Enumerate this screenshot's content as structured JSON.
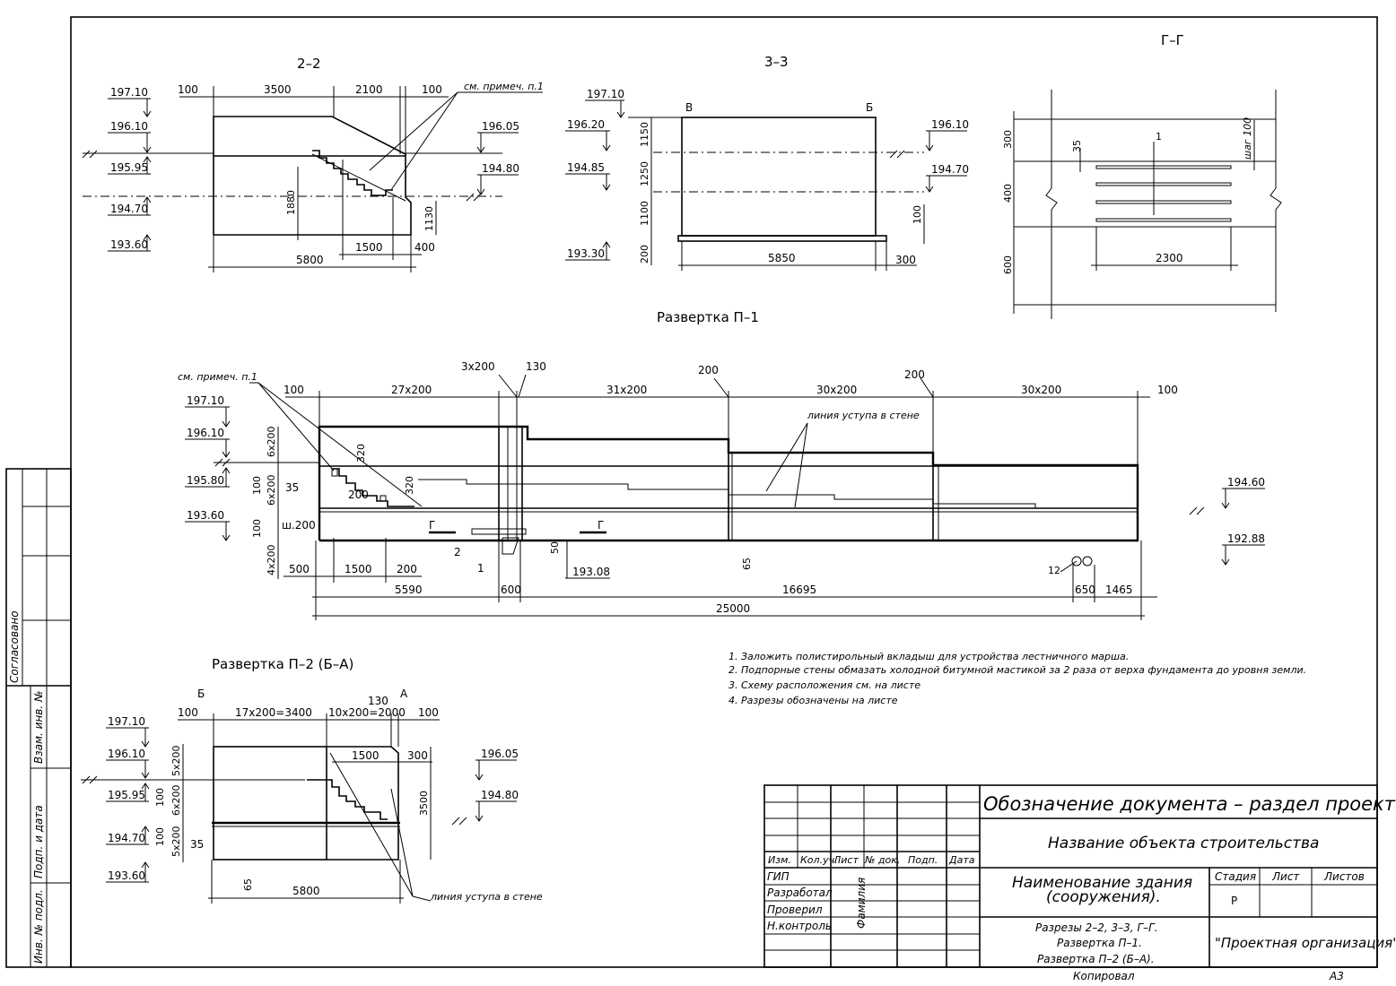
{
  "views": {
    "s22": {
      "title": "2–2",
      "elev": [
        "197.10",
        "196.10",
        "195.95",
        "194.70",
        "193.60"
      ],
      "elev_right": [
        "196.05",
        "194.80"
      ],
      "dims_top": [
        "100",
        "3500",
        "2100",
        "100"
      ],
      "note": "см. примеч. п.1",
      "dims_bottom": [
        "1500",
        "400",
        "5800"
      ],
      "dims_vert": [
        "1880",
        "1130"
      ]
    },
    "s33": {
      "title": "3–3",
      "axis_left": "В",
      "axis_right": "Б",
      "elev": [
        "197.10",
        "196.20",
        "194.85",
        "193.30"
      ],
      "elev_right": [
        "196.10",
        "194.70"
      ],
      "dims_vert": [
        "1150",
        "1250",
        "1100",
        "200",
        "100"
      ],
      "dims_bottom": [
        "5850",
        "300"
      ]
    },
    "sgg": {
      "title": "Г–Г",
      "dims_vert": [
        "300",
        "400",
        "600"
      ],
      "dim_35": "35",
      "label_1": "1",
      "step": "шаг 100",
      "dim_2300": "2300"
    },
    "p1": {
      "title": "Развертка П–1",
      "note": "см. примеч. п.1",
      "ledge": "линия уступа в стене",
      "dims_top": [
        "100",
        "27х200",
        "3х200",
        "130",
        "31х200",
        "200",
        "30х200",
        "200",
        "30х200",
        "100"
      ],
      "elev_left": [
        "197.10",
        "196.10",
        "195.80",
        "193.60"
      ],
      "elev_right": [
        "194.60",
        "192.88"
      ],
      "elev_mid": "193.08",
      "dims_left": [
        "6х200",
        "100",
        "6х200",
        "100",
        "4х200"
      ],
      "misc": [
        "320",
        "320",
        "35",
        "200",
        "ш.200",
        "50",
        "65",
        "2",
        "1",
        "12"
      ],
      "section_mark": "Г",
      "dims_bottom1": [
        "500",
        "1500",
        "200"
      ],
      "dims_bottom2": [
        "5590",
        "600",
        "16695",
        "650",
        "1465"
      ],
      "dim_total": "25000"
    },
    "p2": {
      "title": "Развертка П–2  (Б–А)",
      "axis_left": "Б",
      "axis_right": "А",
      "dims_top": [
        "100",
        "17х200=3400",
        "10х200=2000",
        "130",
        "100"
      ],
      "elev": [
        "197.10",
        "196.10",
        "195.95",
        "194.70",
        "193.60"
      ],
      "elev_right": [
        "196.05",
        "194.80"
      ],
      "dims_inner": [
        "1500",
        "300"
      ],
      "dims_vert": [
        "5х200",
        "100",
        "6х200",
        "100",
        "5х200",
        "3500"
      ],
      "misc": [
        "35",
        "65"
      ],
      "dim_bottom": "5800",
      "ledge": "линия уступа в стене"
    }
  },
  "notes": [
    "1.  Заложить полистирольный вкладыш для устройства лестничного марша.",
    "2.  Подпорные стены обмазать холодной битумной мастикой за 2 раза от верха фундамента до уровня земли.",
    "3.  Схему расположения см. на листе",
    "4.  Разрезы обозначены на листе"
  ],
  "side_stamp": {
    "agreed": "Согласовано",
    "cells": [
      "Взам. инв. №",
      "Подп. и дата",
      "Инв. № подл."
    ]
  },
  "title_block": {
    "doc_designation": "Обозначение документа – раздел проекта",
    "object_name": "Название объекта строительства",
    "building_name_1": "Наименование здания",
    "building_name_2": "(сооружения).",
    "headers": [
      "Изм.",
      "Кол.уч.",
      "Лист",
      "№ док.",
      "Подп.",
      "Дата"
    ],
    "roles": [
      "ГИП",
      "Разработал",
      "Проверил",
      "Н.контроль"
    ],
    "surname": "Фамилия",
    "stage_headers": [
      "Стадия",
      "Лист",
      "Листов"
    ],
    "stage_value": "Р",
    "sheet_title": [
      "Разрезы 2–2, 3–3, Г–Г.",
      "Развертка П–1.",
      "Развертка П–2 (Б–А)."
    ],
    "organization": "\"Проектная организация\"",
    "copied": "Копировал",
    "format": "А3"
  }
}
